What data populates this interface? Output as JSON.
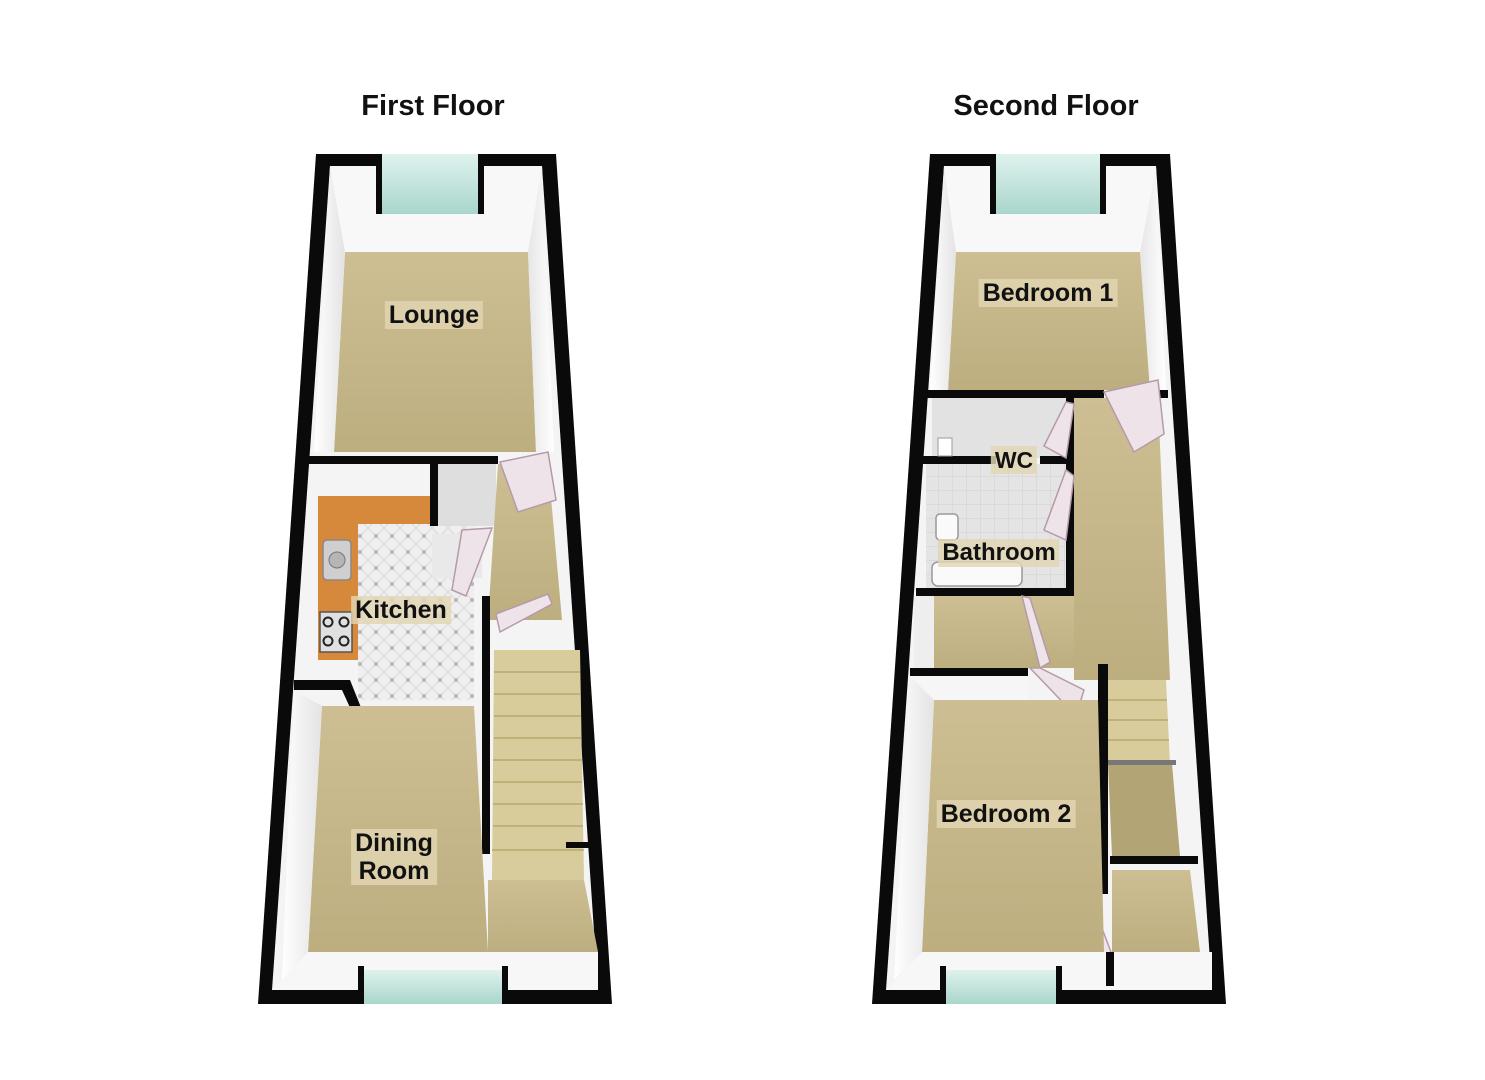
{
  "floors": [
    {
      "title": "First Floor",
      "rooms": [
        {
          "label": "Lounge"
        },
        {
          "label": "Kitchen"
        },
        {
          "label": "Dining\nRoom"
        }
      ]
    },
    {
      "title": "Second Floor",
      "rooms": [
        {
          "label": "Bedroom 1"
        },
        {
          "label": "WC"
        },
        {
          "label": "Bathroom"
        },
        {
          "label": "Bedroom 2"
        }
      ]
    }
  ],
  "colors": {
    "wall": "#0a0a0a",
    "carpet": "#c7b88c",
    "inner_wall": "#f2f2f2",
    "window": "#c9e6df",
    "kitchen_worktop": "#d6893b",
    "kitchen_floor": "#eeeeee",
    "stairs": "#d9cc9c",
    "door": "#efe3ea",
    "bathroom_floor": "#dcdcdc"
  }
}
